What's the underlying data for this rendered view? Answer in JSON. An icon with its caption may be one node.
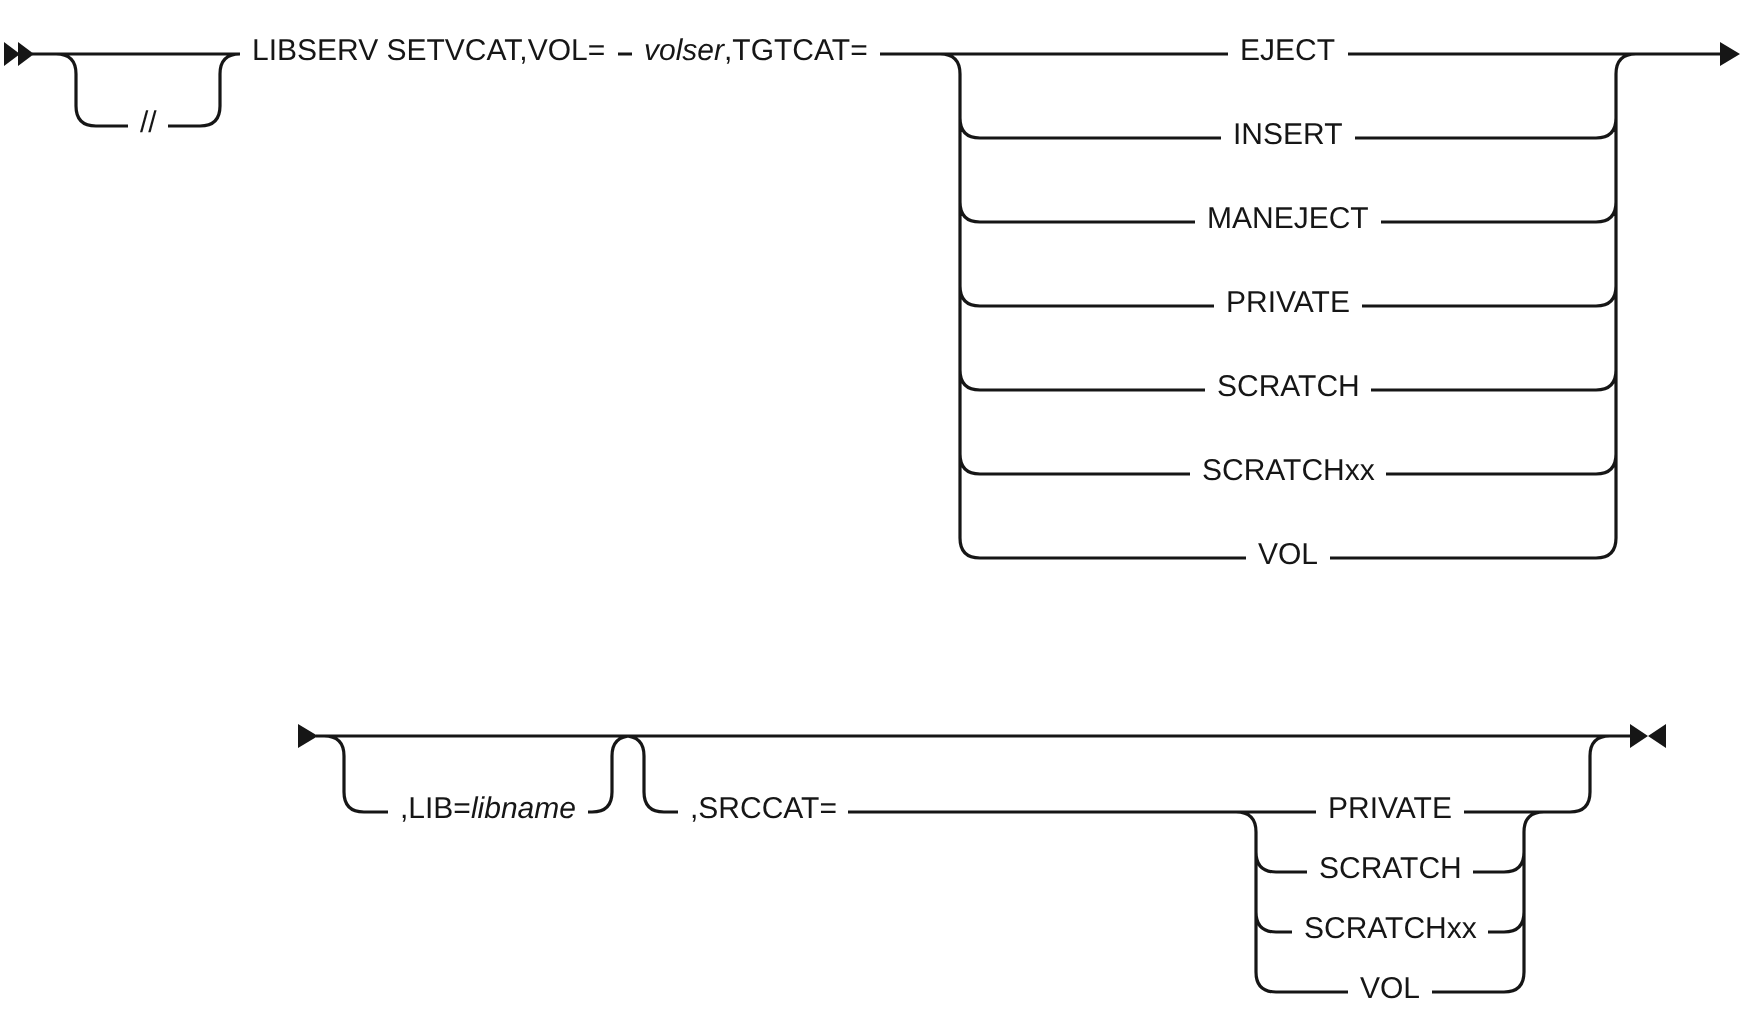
{
  "diagram": {
    "labels": [
      "//",
      "LIBSERV SETVCAT,VOL=",
      "*volser*,TGTCAT=",
      "EJECT",
      "INSERT",
      "MANEJECT",
      "PRIVATE",
      "SCRATCH",
      "SCRATCHxx",
      "VOL",
      ",LIB=*libname*",
      ",SRCCAT=",
      "PRIVATE",
      "SCRATCH",
      "SCRATCHxx",
      "VOL"
    ]
  }
}
